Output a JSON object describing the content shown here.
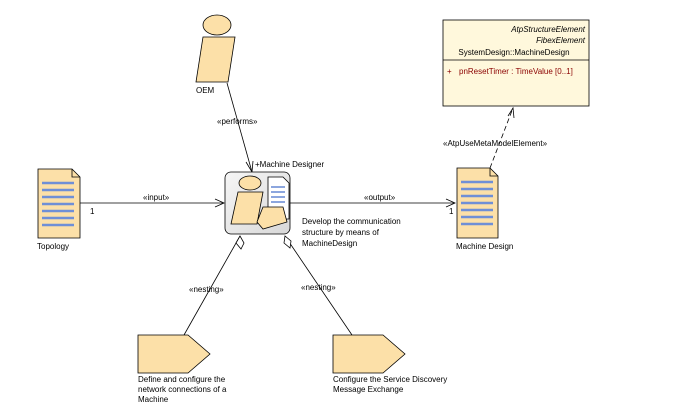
{
  "diagram": {
    "role_oem": {
      "label": "OEM"
    },
    "task": {
      "role_label": "+Machine Designer",
      "description_lines": [
        "Develop the communication",
        "structure by means of",
        "MachineDesign"
      ]
    },
    "topology": {
      "label": "Topology",
      "multiplicity": "1"
    },
    "machine_design": {
      "label": "Machine Design",
      "multiplicity": "1"
    },
    "class_box": {
      "stereotype_1": "AtpStructureElement",
      "stereotype_2": "FibexElement",
      "name": "SystemDesign::MachineDesign",
      "attribute_visibility": "+",
      "attribute": "pnResetTimer : TimeValue [0..1]"
    },
    "edges": {
      "performs": "«performs»",
      "input": "«input»",
      "output": "«output»",
      "use_meta": "«AtpUseMetaModelElement»",
      "nesting_left": "«nesting»",
      "nesting_right": "«nesting»"
    },
    "subtask_left": {
      "lines": [
        "Define and configure the",
        "network connections of a",
        "Machine"
      ]
    },
    "subtask_right": {
      "lines": [
        "Configure the Service Discovery",
        "Message Exchange"
      ]
    },
    "colors": {
      "fill": "#fce0a8",
      "doc_lines": "#6f8fd6",
      "stroke": "#000000",
      "class_fill": "#fff8dc"
    }
  }
}
